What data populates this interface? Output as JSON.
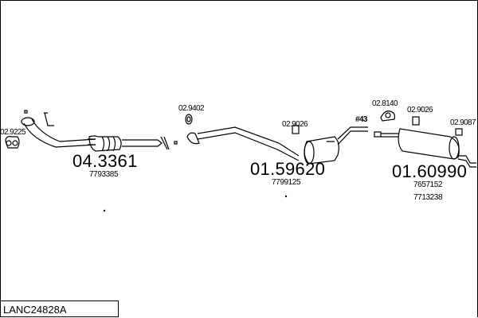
{
  "diagram_code": "LANC24828A",
  "parts": [
    {
      "number": "04.3361",
      "refs": [
        "7793385"
      ]
    },
    {
      "number": "01.59620",
      "refs": [
        "7799125"
      ]
    },
    {
      "number": "01.60990",
      "refs": [
        "7657152",
        "7713238"
      ]
    }
  ],
  "accessories": [
    "02.9225",
    "02.9402",
    "02.9026",
    "02.8140",
    "02.9026",
    "02.9087"
  ],
  "annotation": "#43"
}
